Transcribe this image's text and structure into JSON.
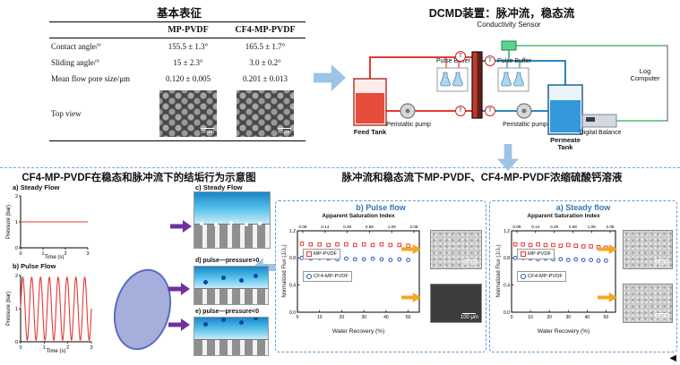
{
  "titles": {
    "characterization": "基本表征",
    "dcmd": "DCMD装置：脉冲流，稳态流",
    "fouling": "CF4-MP-PVDF在稳态和脉冲流下的结垢行为示意图",
    "concentration": "脉冲流和稳态流下MP-PVDF、CF4-MP-PVDF浓缩硫酸钙溶液"
  },
  "table": {
    "columns": [
      "",
      "MP-PVDF",
      "CF4-MP-PVDF"
    ],
    "rows": [
      {
        "label": "Contact angle/°",
        "mp": "155.5 ± 1.3°",
        "cf4": "165.5 ± 1.7°"
      },
      {
        "label": "Sliding angle/°",
        "mp": "15 ± 2.3°",
        "cf4": "3.0 ± 0.2°"
      },
      {
        "label": "Mean flow pore size/μm",
        "mp": "0.120 ± 0.005",
        "cf4": "0.201 ± 0.013"
      },
      {
        "label": "Top view",
        "mp": "",
        "cf4": ""
      }
    ],
    "scale_bar_mp": "10 μm",
    "scale_bar_cf4": "10 μm"
  },
  "dcmd": {
    "conductivity_sensor": "Conductivity Sensor",
    "pulse_buffer_left": "Pulse Buffer",
    "pulse_buffer_right": "Pulse Buffer",
    "feed_tank": "Feed Tank",
    "peristaltic_pump_left": "Peristaltic pump",
    "peristaltic_pump_right": "Peristaltic pump",
    "permeate_tank": "Permeate Tank",
    "digital_balance": "Digital Balance",
    "log_computer": "Log Computer",
    "t_sensor": "T"
  },
  "fouling": {
    "schematic_c_label": "c) Steady Flow",
    "schematic_d_label": "d) pulse—pressure>0",
    "schematic_e_label": "e) pulse—pressure<0"
  },
  "concentration": {
    "inset_scales": {
      "pulse_top": "50 μm",
      "pulse_bottom": "100 μm",
      "steady_top": "50 μm",
      "steady_bottom": "50 μm"
    }
  },
  "corner_marker": "◀",
  "colors": {
    "block_arrow": "#9dc3e6",
    "purple_arrow": "#7030a0",
    "orange_arrow": "#f5a623",
    "hot_loop": "#e53935",
    "cold_loop": "#2e86c1",
    "panel_dash": "#5b9bd5"
  },
  "chart_data": [
    {
      "id": "pressure_steady",
      "type": "line",
      "title": "a) Steady Flow",
      "xlabel": "Time (s)",
      "ylabel": "Pressure (bar)",
      "xlim": [
        0,
        3
      ],
      "ylim": [
        0,
        2
      ],
      "x_ticks": [
        0,
        1,
        2,
        3
      ],
      "y_ticks": [
        0,
        1,
        2
      ],
      "series": [
        {
          "name": "Pressure",
          "color": "#e53935",
          "constant": 1
        }
      ]
    },
    {
      "id": "pressure_pulse",
      "type": "line",
      "title": "b) Pulse Flow",
      "xlabel": "Time (s)",
      "ylabel": "Pressure (bar)",
      "xlim": [
        0,
        3
      ],
      "ylim": [
        0,
        2
      ],
      "x_ticks": [
        0,
        1,
        2,
        3
      ],
      "y_ticks": [
        0,
        1,
        2
      ],
      "series": [
        {
          "name": "Pressure",
          "color": "#e53935",
          "waveform": "sine",
          "cycles": 8,
          "min": 0.05,
          "max": 1.95
        }
      ]
    },
    {
      "id": "flux_pulse",
      "type": "scatter",
      "title": "b) Pulse flow",
      "top_axis_label": "Apparent Saturation Index",
      "top_axis_ticks": [
        "0.08",
        "0.14",
        "0.29",
        "0.58",
        "1.08",
        "2.08"
      ],
      "xlabel": "Water Recovery (%)",
      "ylabel": "Normalized Flux (J/J₀)",
      "xlim": [
        0,
        55
      ],
      "ylim": [
        0,
        1.2
      ],
      "x_ticks": [
        0,
        10,
        20,
        30,
        40,
        50
      ],
      "y_ticks": [
        0,
        0.4,
        0.8,
        1.2
      ],
      "x": [
        2,
        6,
        10,
        14,
        18,
        22,
        26,
        30,
        34,
        38,
        42,
        46,
        50
      ],
      "series": [
        {
          "name": "MP-PVDF",
          "marker": "square",
          "color": "#e53935",
          "values": [
            1.01,
            1.0,
            1.0,
            0.99,
            1.0,
            1.0,
            0.99,
            1.0,
            0.99,
            1.0,
            0.99,
            0.99,
            0.98
          ]
        },
        {
          "name": "CF4-MP-PVDF",
          "marker": "circle",
          "color": "#1e56c8",
          "values": [
            0.8,
            0.79,
            0.8,
            0.79,
            0.78,
            0.79,
            0.78,
            0.78,
            0.79,
            0.78,
            0.77,
            0.78,
            0.77
          ]
        }
      ]
    },
    {
      "id": "flux_steady",
      "type": "scatter",
      "title": "a) Steady flow",
      "top_axis_label": "Apparent Saturation Index",
      "top_axis_ticks": [
        "0.08",
        "0.14",
        "0.29",
        "0.58",
        "1.08",
        "2.08"
      ],
      "xlabel": "Water Recovery (%)",
      "ylabel": "Normalized Flux (J/J₀)",
      "xlim": [
        0,
        55
      ],
      "ylim": [
        0,
        1.2
      ],
      "x_ticks": [
        0,
        10,
        20,
        30,
        40,
        50
      ],
      "y_ticks": [
        0,
        0.4,
        0.8,
        1.2
      ],
      "x": [
        2,
        6,
        10,
        14,
        18,
        22,
        26,
        30,
        34,
        38,
        42,
        46,
        50
      ],
      "series": [
        {
          "name": "MP-PVDF",
          "marker": "square",
          "color": "#e53935",
          "values": [
            1.0,
            1.0,
            0.99,
            1.0,
            0.99,
            0.99,
            0.98,
            0.99,
            0.98,
            0.97,
            0.97,
            0.96,
            0.95
          ]
        },
        {
          "name": "CF4-MP-PVDF",
          "marker": "circle",
          "color": "#1e56c8",
          "values": [
            0.8,
            0.8,
            0.79,
            0.78,
            0.79,
            0.78,
            0.78,
            0.77,
            0.78,
            0.77,
            0.77,
            0.76,
            0.76
          ]
        }
      ]
    }
  ]
}
